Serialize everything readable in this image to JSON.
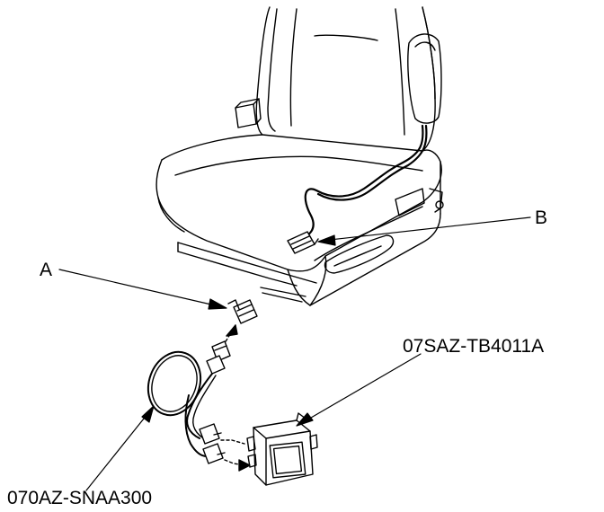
{
  "labels": {
    "a": "A",
    "b": "B",
    "tool_connector": "07SAZ-TB4011A",
    "tool_harness": "070AZ-SNAA300"
  },
  "colors": {
    "line": "#000000",
    "background": "#ffffff"
  }
}
